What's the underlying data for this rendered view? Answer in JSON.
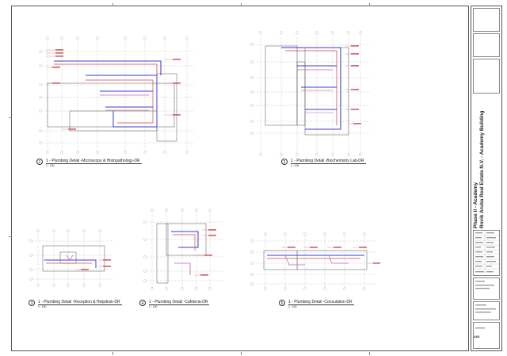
{
  "title_block": {
    "project_phase": "Phase II - Academy",
    "project_name": "Rovik Aruba Real Estate N.V. - Academy Building",
    "sheet_number": "A03"
  },
  "views": [
    {
      "number": "1",
      "title": "1 - Plumbing  Detail -Microscopy & Histopathology-DR",
      "scale": "1 : 100"
    },
    {
      "number": "2",
      "title": "1 - Plumbing  Detail -Biochemistry Lab-DR",
      "scale": "1 : 100"
    },
    {
      "number": "3",
      "title": "1 - Plumbing  Detail -Reception & Helpdesk-DR",
      "scale": "1 : 100"
    },
    {
      "number": "4",
      "title": "1 - Plumbing  Detail -Cafeteria-DR",
      "scale": "1 : 100"
    },
    {
      "number": "5",
      "title": "1 - Plumbing  Detail -Consulation-DR",
      "scale": "1 : 100"
    }
  ],
  "colors": {
    "pipe_cold": "#3b3bd6",
    "pipe_hot": "#d24a4a",
    "pipe_drain": "#c060c0",
    "wall": "#555555",
    "grid": "#b0b0b0"
  }
}
